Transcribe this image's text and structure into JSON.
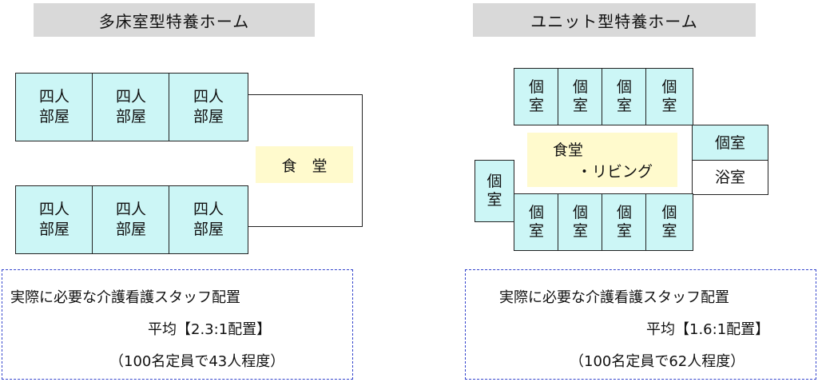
{
  "left": {
    "title": "多床室型特養ホーム",
    "room_label_top": "四人",
    "room_label_bottom": "部屋",
    "dining": "食　堂",
    "staff": {
      "line1": "実際に必要な介護看護スタッフ配置",
      "line2": "平均【2.3:1配置】",
      "line3": "（100名定員で43人程度）"
    }
  },
  "right": {
    "title": "ユニット型特養ホーム",
    "private_room_char1": "個",
    "private_room_char2": "室",
    "private_room_horizontal": "個室",
    "bath": "浴室",
    "living_line1": "食堂",
    "living_line2": "・リビング",
    "staff": {
      "line1": "実際に必要な介護看護スタッフ配置",
      "line2": "平均【1.6:1配置】",
      "line3": "（100名定員で62人程度）"
    }
  },
  "colors": {
    "room_fill": "#ccf6f6",
    "dining_fill": "#fffacd",
    "header_fill": "#d9d9d9",
    "dashed_border": "#3344cc"
  }
}
